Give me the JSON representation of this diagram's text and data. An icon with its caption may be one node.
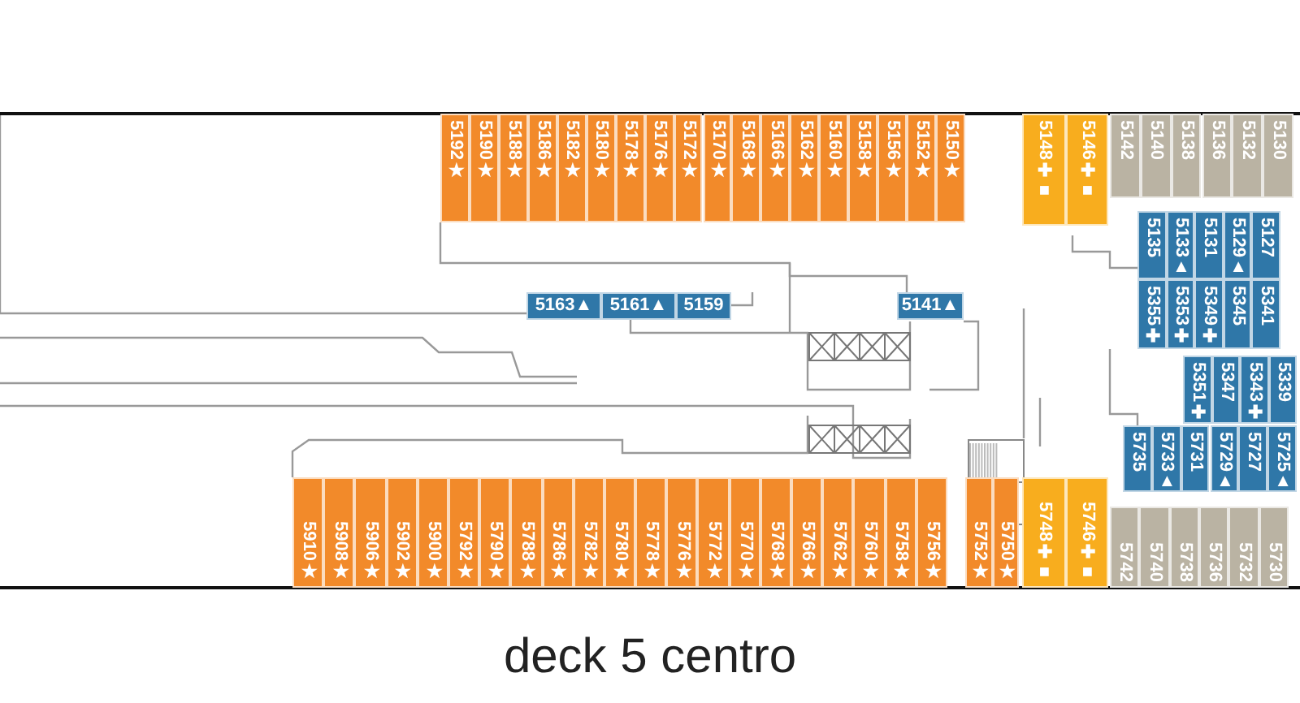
{
  "diagram": {
    "title": "deck 5 centro",
    "nodes": [
      {
        "text": [
          "5192★"
        ]
      },
      {
        "text": [
          "5190★"
        ]
      },
      {
        "text": [
          "5188★"
        ]
      },
      {
        "text": [
          "5186★"
        ]
      },
      {
        "text": [
          "5182★"
        ]
      },
      {
        "text": [
          "5180★"
        ]
      },
      {
        "text": [
          "5178★"
        ]
      },
      {
        "text": [
          "5176★"
        ]
      },
      {
        "text": [
          "5172★"
        ]
      },
      {
        "text": [
          "5170★"
        ]
      },
      {
        "text": [
          "5168★"
        ]
      },
      {
        "text": [
          "5166★"
        ]
      },
      {
        "text": [
          "5162★"
        ]
      },
      {
        "text": [
          "5160★"
        ]
      },
      {
        "text": [
          "5158★"
        ]
      },
      {
        "text": [
          "5156★"
        ]
      },
      {
        "text": [
          "5152★"
        ]
      },
      {
        "text": [
          "5150★"
        ]
      },
      {
        "text": [
          "5148✚■"
        ]
      },
      {
        "text": [
          "5146✚■"
        ]
      },
      {
        "text": [
          "5142"
        ]
      },
      {
        "text": [
          "5140"
        ]
      },
      {
        "text": [
          "5138"
        ]
      },
      {
        "text": [
          "5136"
        ]
      },
      {
        "text": [
          "5132"
        ]
      },
      {
        "text": [
          "5130"
        ]
      },
      {
        "text": [
          "5163▲"
        ]
      },
      {
        "text": [
          "5161▲"
        ]
      },
      {
        "text": [
          "5159"
        ]
      },
      {
        "text": [
          "5141▲"
        ]
      },
      {
        "text": [
          "5135"
        ]
      },
      {
        "text": [
          "5133▲"
        ]
      },
      {
        "text": [
          "5131"
        ]
      },
      {
        "text": [
          "5129▲"
        ]
      },
      {
        "text": [
          "5127"
        ]
      },
      {
        "text": [
          "5355✚"
        ]
      },
      {
        "text": [
          "5353✚"
        ]
      },
      {
        "text": [
          "5349✚"
        ]
      },
      {
        "text": [
          "5345"
        ]
      },
      {
        "text": [
          "5341"
        ]
      },
      {
        "text": [
          "5351✚"
        ]
      },
      {
        "text": [
          "5347"
        ]
      },
      {
        "text": [
          "5343✚"
        ]
      },
      {
        "text": [
          "5339"
        ]
      },
      {
        "text": [
          "5735"
        ]
      },
      {
        "text": [
          "5733▲"
        ]
      },
      {
        "text": [
          "5731"
        ]
      },
      {
        "text": [
          "5729▲"
        ]
      },
      {
        "text": [
          "5727"
        ]
      },
      {
        "text": [
          "5725▲"
        ]
      },
      {
        "text": [
          "5910★"
        ]
      },
      {
        "text": [
          "5908★"
        ]
      },
      {
        "text": [
          "5906★"
        ]
      },
      {
        "text": [
          "5902★"
        ]
      },
      {
        "text": [
          "5900★"
        ]
      },
      {
        "text": [
          "5792★"
        ]
      },
      {
        "text": [
          "5790★"
        ]
      },
      {
        "text": [
          "5788★"
        ]
      },
      {
        "text": [
          "5786★"
        ]
      },
      {
        "text": [
          "5782★"
        ]
      },
      {
        "text": [
          "5780★"
        ]
      },
      {
        "text": [
          "5778★"
        ]
      },
      {
        "text": [
          "5776★"
        ]
      },
      {
        "text": [
          "5772★"
        ]
      },
      {
        "text": [
          "5770★"
        ]
      },
      {
        "text": [
          "5768★"
        ]
      },
      {
        "text": [
          "5766★"
        ]
      },
      {
        "text": [
          "5762★"
        ]
      },
      {
        "text": [
          "5760★"
        ]
      },
      {
        "text": [
          "5758★"
        ]
      },
      {
        "text": [
          "5756★"
        ]
      },
      {
        "text": [
          "5752★"
        ]
      },
      {
        "text": [
          "5750★"
        ]
      },
      {
        "text": [
          "5748✚■"
        ]
      },
      {
        "text": [
          "5746✚■"
        ]
      },
      {
        "text": [
          "5742"
        ]
      },
      {
        "text": [
          "5740"
        ]
      },
      {
        "text": [
          "5738"
        ]
      },
      {
        "text": [
          "5736"
        ]
      },
      {
        "text": [
          "5732"
        ]
      },
      {
        "text": [
          "5730"
        ]
      }
    ],
    "edges": []
  }
}
